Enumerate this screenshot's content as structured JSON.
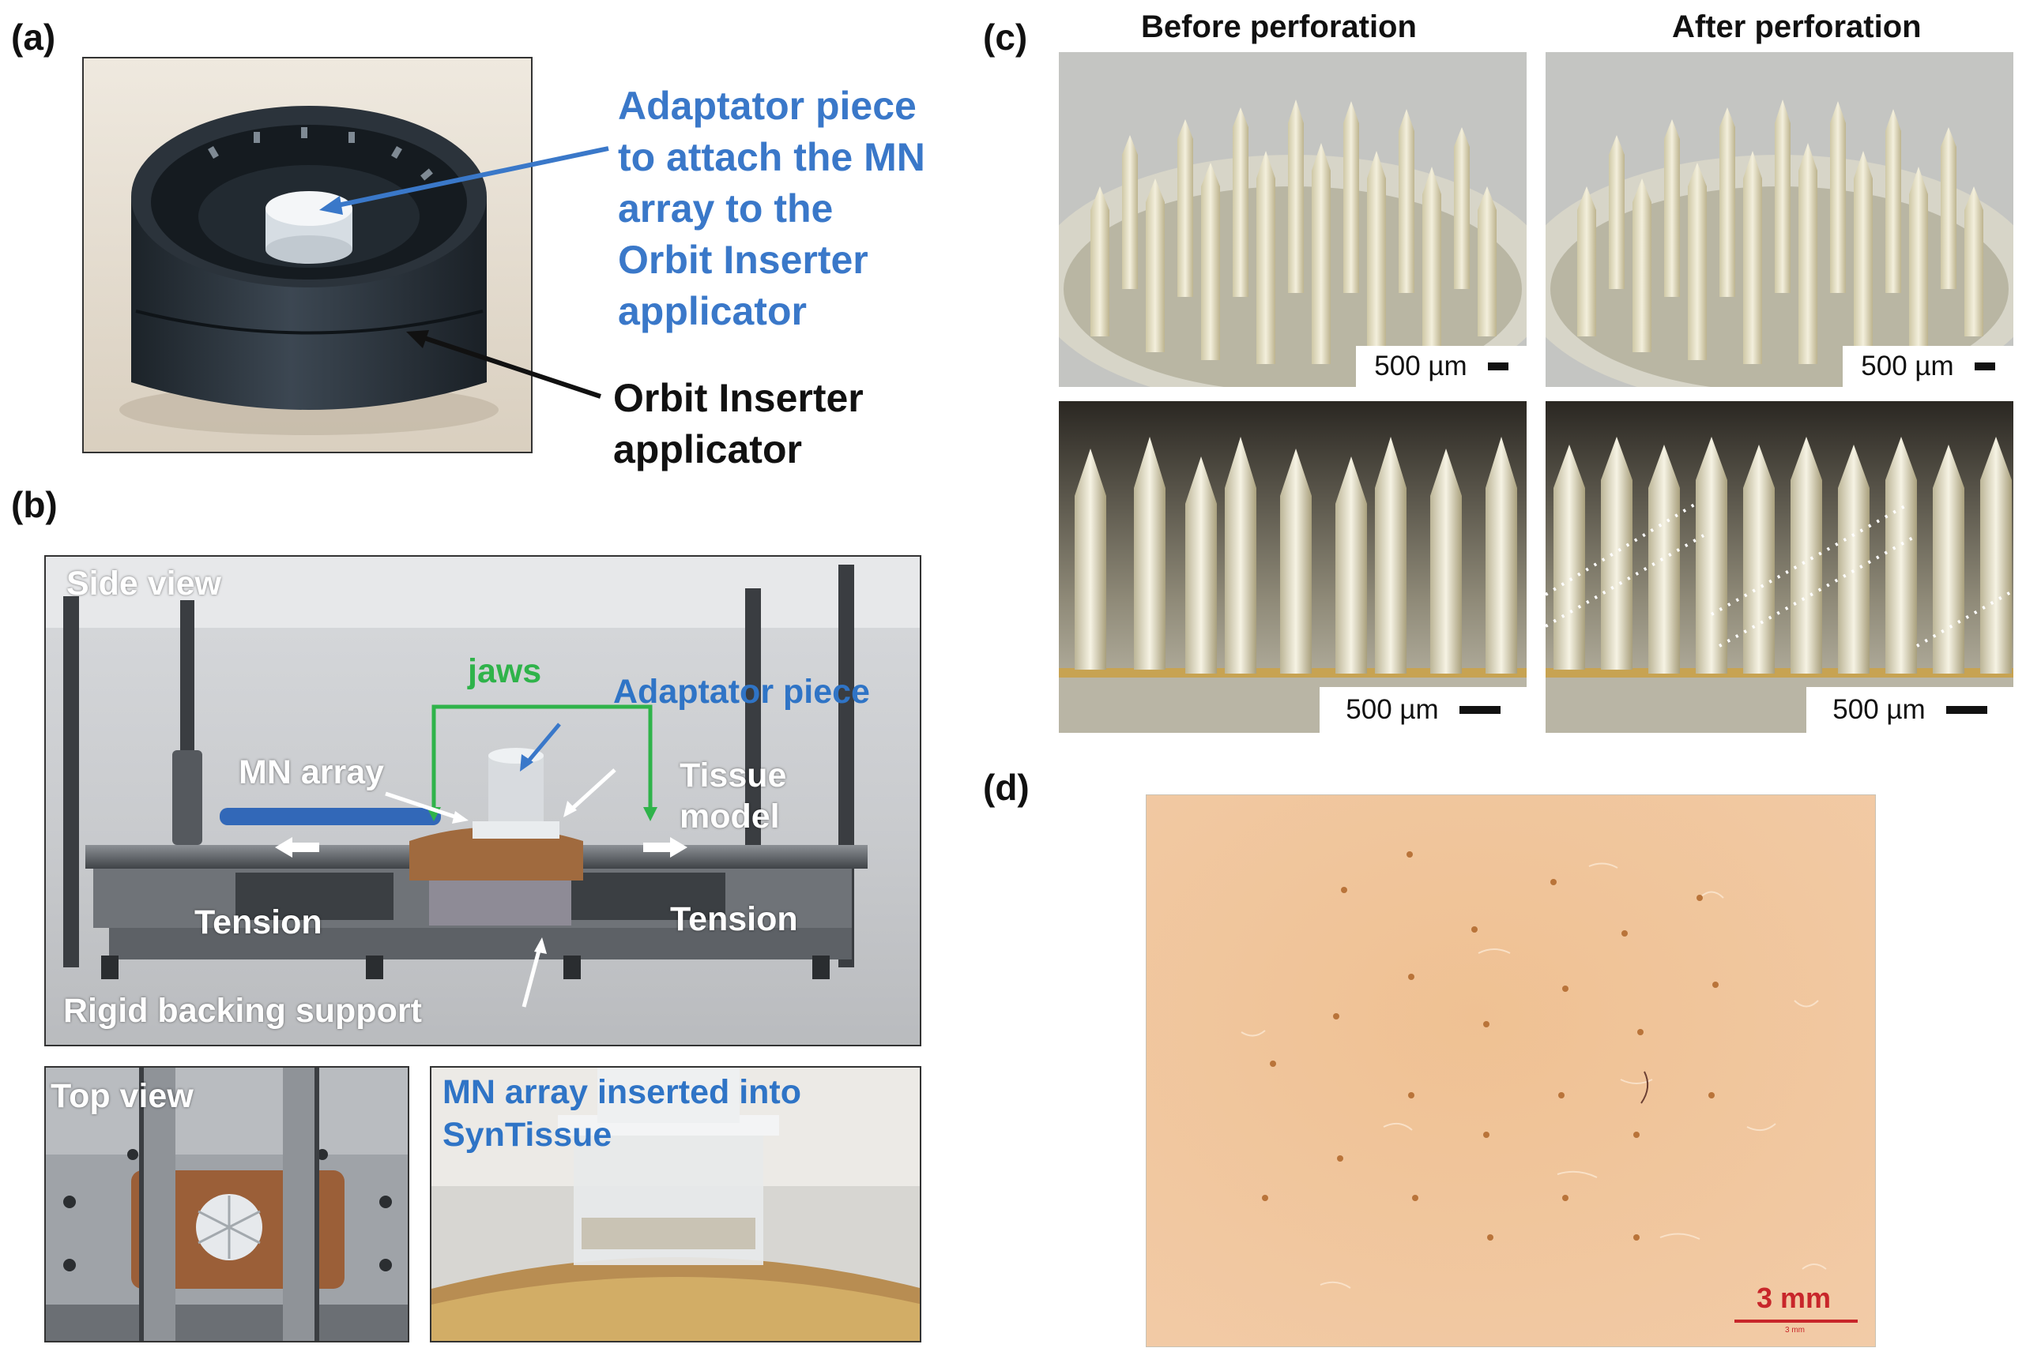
{
  "panels": {
    "a": {
      "label": "(a)",
      "adaptor_callout": [
        "Adaptator piece",
        "to attach the MN",
        "array to the",
        "Orbit Inserter",
        "applicator"
      ],
      "orbit_callout": [
        "Orbit Inserter",
        "applicator"
      ]
    },
    "b": {
      "label": "(b)",
      "side_view": "Side view",
      "jaws": "jaws",
      "adaptor_piece": "Adaptator piece",
      "mn_array": "MN array",
      "tissue_model": [
        "Tissue",
        "model"
      ],
      "tension_left": "Tension",
      "tension_right": "Tension",
      "rigid_backing": "Rigid backing support",
      "top_view": "Top view",
      "inserted": [
        "MN array inserted into",
        "SynTissue"
      ]
    },
    "c": {
      "label": "(c)",
      "col_before": "Before perforation",
      "col_after": "After perforation",
      "scale_labels": [
        "500 µm",
        "500 µm",
        "500 µm",
        "500 µm"
      ]
    },
    "d": {
      "label": "(d)",
      "scale_label": "3 mm",
      "scale_sub": "3 mm"
    }
  },
  "colors": {
    "callout_blue": "#3a78c9",
    "jaws_green": "#2fb34a",
    "scale_red": "#c8262a"
  }
}
